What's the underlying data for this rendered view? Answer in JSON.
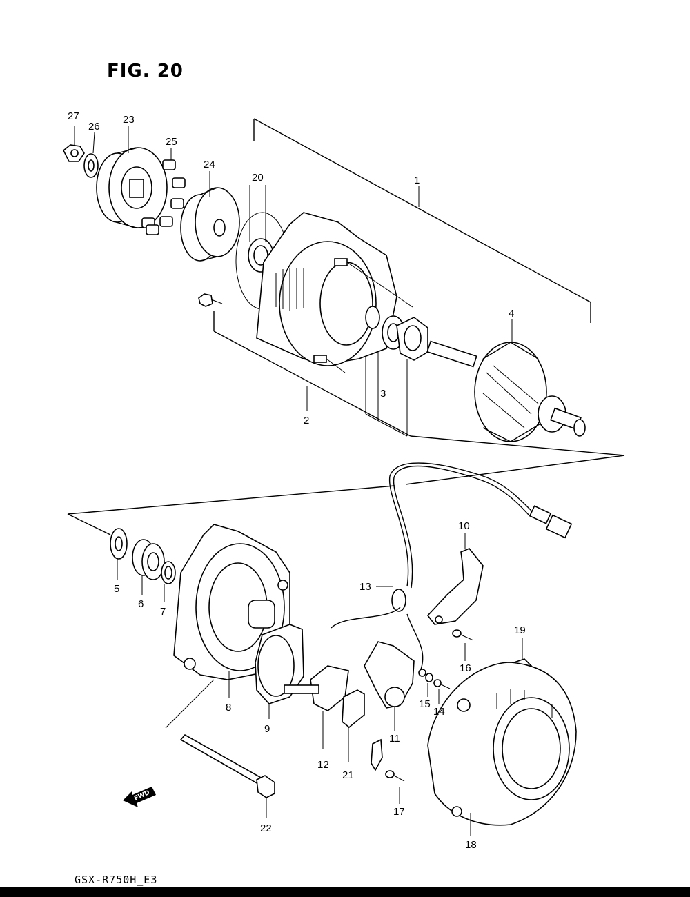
{
  "figure": {
    "title": "FIG. 20",
    "footer": "GSX-R750H_E3"
  },
  "callouts": [
    {
      "id": "1",
      "text": "1"
    },
    {
      "id": "2",
      "text": "2"
    },
    {
      "id": "3",
      "text": "3"
    },
    {
      "id": "4",
      "text": "4"
    },
    {
      "id": "5",
      "text": "5"
    },
    {
      "id": "6",
      "text": "6"
    },
    {
      "id": "7",
      "text": "7"
    },
    {
      "id": "8",
      "text": "8"
    },
    {
      "id": "9",
      "text": "9"
    },
    {
      "id": "10",
      "text": "10"
    },
    {
      "id": "11",
      "text": "11"
    },
    {
      "id": "12",
      "text": "12"
    },
    {
      "id": "13",
      "text": "13"
    },
    {
      "id": "14",
      "text": "14"
    },
    {
      "id": "15",
      "text": "15"
    },
    {
      "id": "16",
      "text": "16"
    },
    {
      "id": "17",
      "text": "17"
    },
    {
      "id": "18",
      "text": "18"
    },
    {
      "id": "19",
      "text": "19"
    },
    {
      "id": "20",
      "text": "20"
    },
    {
      "id": "21",
      "text": "21"
    },
    {
      "id": "22",
      "text": "22"
    },
    {
      "id": "23",
      "text": "23"
    },
    {
      "id": "24",
      "text": "24"
    },
    {
      "id": "25",
      "text": "25"
    },
    {
      "id": "26",
      "text": "26"
    },
    {
      "id": "27",
      "text": "27"
    }
  ],
  "direction_badge": {
    "text": "FWD",
    "icon": "fwd-arrow-icon"
  }
}
